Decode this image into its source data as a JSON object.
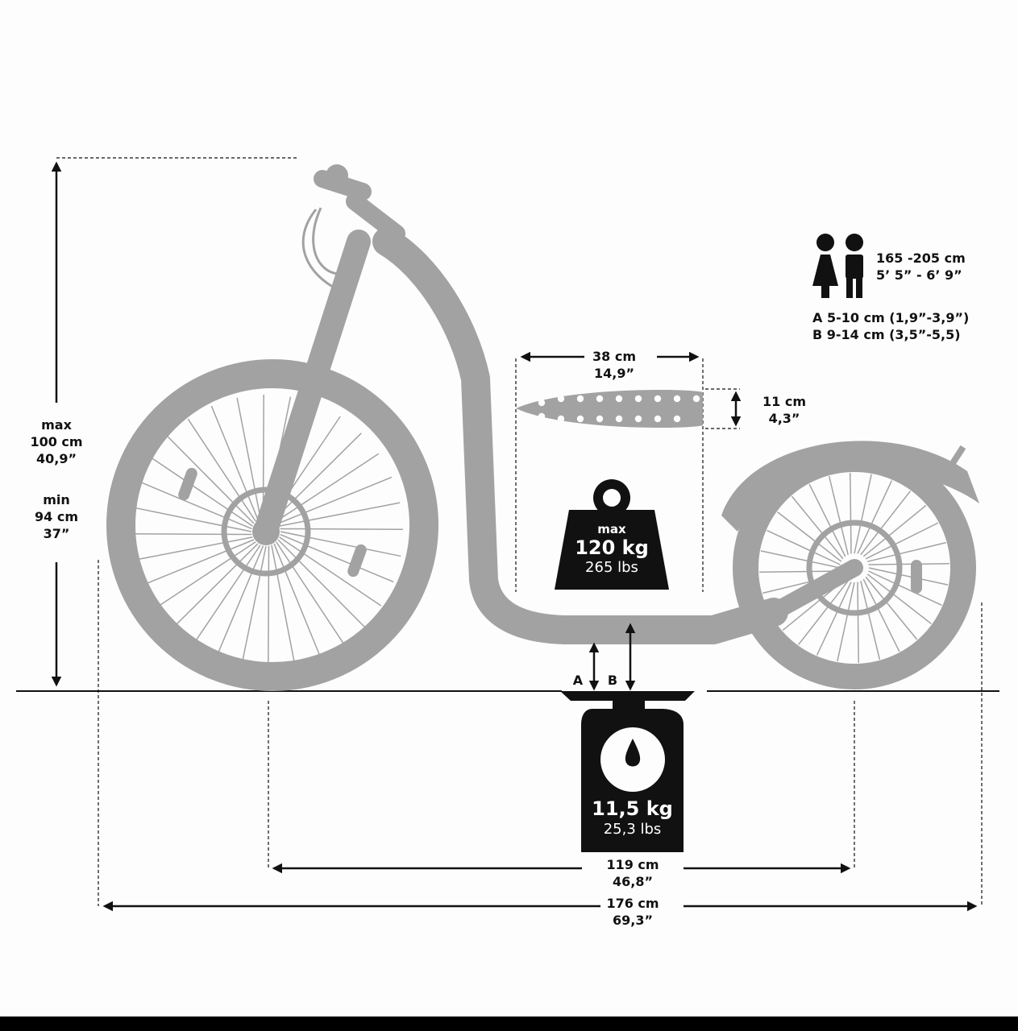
{
  "height": {
    "max_label": "max",
    "max_cm": "100 cm",
    "max_in": "40,9”",
    "min_label": "min",
    "min_cm": "94 cm",
    "min_in": "37”"
  },
  "rider_height": {
    "icon": "male-female-person-icons",
    "cm": "165 -205 cm",
    "ft": "5’ 5” - 6’ 9”"
  },
  "clearance": {
    "a_marker": "A",
    "b_marker": "B",
    "a_range": "A 5-10 cm (1,9”-3,9”)",
    "b_range": "B 9-14 cm (3,5”-5,5)"
  },
  "deck": {
    "length_cm": "38 cm",
    "length_in": "14,9”",
    "width_cm": "11 cm",
    "width_in": "4,3”"
  },
  "max_load": {
    "icon": "weight-icon",
    "label": "max",
    "kg": "120 kg",
    "lbs": "265 lbs"
  },
  "scooter_weight": {
    "icon": "scale-icon",
    "kg": "11,5 kg",
    "lbs": "25,3 lbs"
  },
  "wheelbase": {
    "cm": "119 cm",
    "in": "46,8”"
  },
  "total_length": {
    "cm": "176 cm",
    "in": "69,3”"
  },
  "colors": {
    "scooter": "#a2a2a2",
    "lines": "#111111",
    "background": "#fdfdfd"
  }
}
